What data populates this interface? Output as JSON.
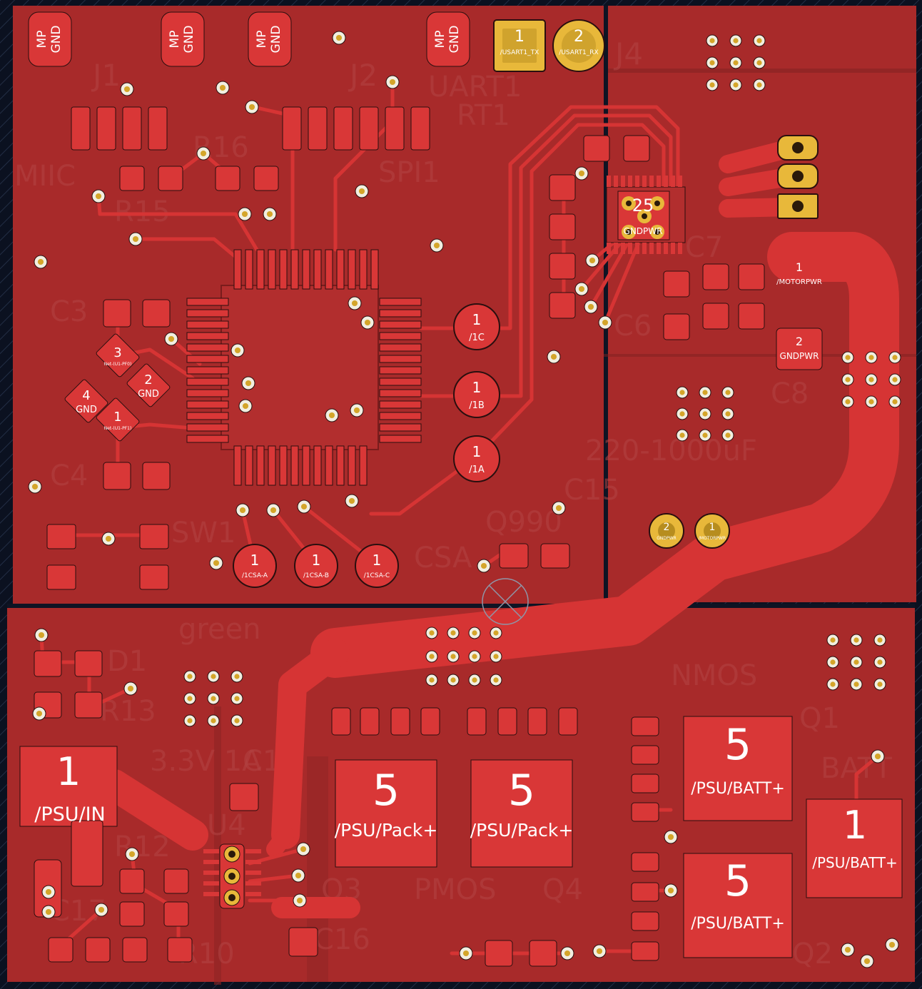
{
  "board": {
    "colors": {
      "background": "#0b1120",
      "copper": "#a82a2a",
      "trace": "#d63434",
      "pad": "#d93737",
      "via_ring": "#e8c23a",
      "text": "#ffffff"
    }
  },
  "silk_labels": [
    "J1",
    "J2",
    "J4",
    "UART1",
    "R16",
    "R15",
    "SPI1",
    "MIIC",
    "C3",
    "C4",
    "C6",
    "C7",
    "C8",
    "C15",
    "D1",
    "R13",
    "R12",
    "R10",
    "C14",
    "C16",
    "C17",
    "Q1",
    "Q2",
    "Q3",
    "Q4",
    "U4",
    "SW1",
    "NMOS",
    "PMOS",
    "220-1000uF",
    "Q990",
    "green",
    "3.3V 1A",
    "BATT",
    "CSA",
    "RT1"
  ],
  "mp_gnd_pads": [
    {
      "line1": "MP",
      "line2": "GND"
    },
    {
      "line1": "MP",
      "line2": "GND"
    },
    {
      "line1": "MP",
      "line2": "GND"
    },
    {
      "line1": "MP",
      "line2": "GND"
    }
  ],
  "uart_pins": [
    {
      "num": "1",
      "net": "/USART1_TX"
    },
    {
      "num": "2",
      "net": "/USART1_RX"
    }
  ],
  "phase_pads": [
    {
      "num": "1",
      "net": "/1C"
    },
    {
      "num": "1",
      "net": "/1B"
    },
    {
      "num": "1",
      "net": "/1A"
    }
  ],
  "csa_pads": [
    {
      "num": "1",
      "net": "/1CSA-A"
    },
    {
      "num": "1",
      "net": "/1CSA-B"
    },
    {
      "num": "1",
      "net": "/1CSA-C"
    }
  ],
  "crystal": [
    {
      "num": "3",
      "net": "Net-(U1-PF0)"
    },
    {
      "num": "2",
      "net": "GND"
    },
    {
      "num": "4",
      "net": "GND"
    },
    {
      "num": "1",
      "net": "Net-(U1-PF1)"
    }
  ],
  "ic_center": {
    "num": "25",
    "net": "GNDPWR"
  },
  "motor_pads": [
    {
      "num": "1",
      "net": "/MOTORPWR"
    },
    {
      "num": "2",
      "net": "GNDPWR"
    }
  ],
  "cap_pins": [
    {
      "num": "2",
      "net": "GNDPWR"
    },
    {
      "num": "1",
      "net": "/MOTORPWR"
    }
  ],
  "psu_in": {
    "num": "1",
    "net": "/PSU/IN"
  },
  "pack_pads": [
    {
      "num": "5",
      "net": "/PSU/Pack+"
    },
    {
      "num": "5",
      "net": "/PSU/Pack+"
    }
  ],
  "batt_pads": [
    {
      "num": "5",
      "net": "/PSU/BATT+"
    },
    {
      "num": "5",
      "net": "/PSU/BATT+"
    }
  ],
  "batt_conn": {
    "num": "1",
    "net": "/PSU/BATT+"
  }
}
